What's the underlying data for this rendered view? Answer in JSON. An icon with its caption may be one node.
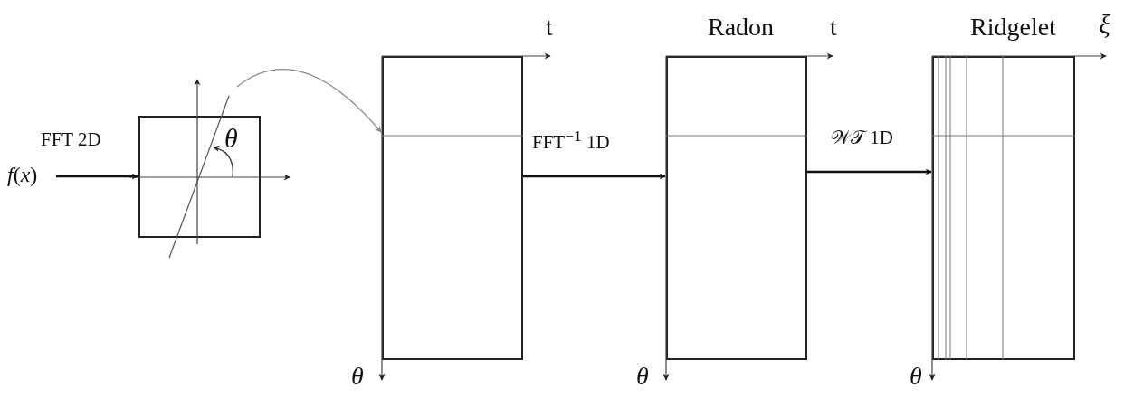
{
  "diagram": {
    "nodes": [
      {
        "text": [
          "*f*(*x*)"
        ]
      },
      {
        "text": [],
        "shape": "box"
      },
      {
        "text": [],
        "shape": "box"
      },
      {
        "text": [
          "Radon"
        ]
      },
      {
        "text": [
          "Ridgelet"
        ]
      }
    ],
    "edges": [
      {
        "from": 0,
        "to": 1,
        "arrow": "to",
        "label": "FFT 2D"
      },
      {
        "from": 1,
        "to": 2,
        "arrow": "to",
        "color": "#888888"
      },
      {
        "from": 2,
        "to": 3,
        "arrow": "to",
        "label": "FFT$^{−1}$ 1D"
      },
      {
        "from": 3,
        "to": 4,
        "arrow": "to",
        "label": "𝒲𝒯 1D"
      }
    ],
    "labels": [
      "t",
      "t",
      "ξ",
      "θ",
      "θ",
      "θ",
      "θ"
    ]
  }
}
